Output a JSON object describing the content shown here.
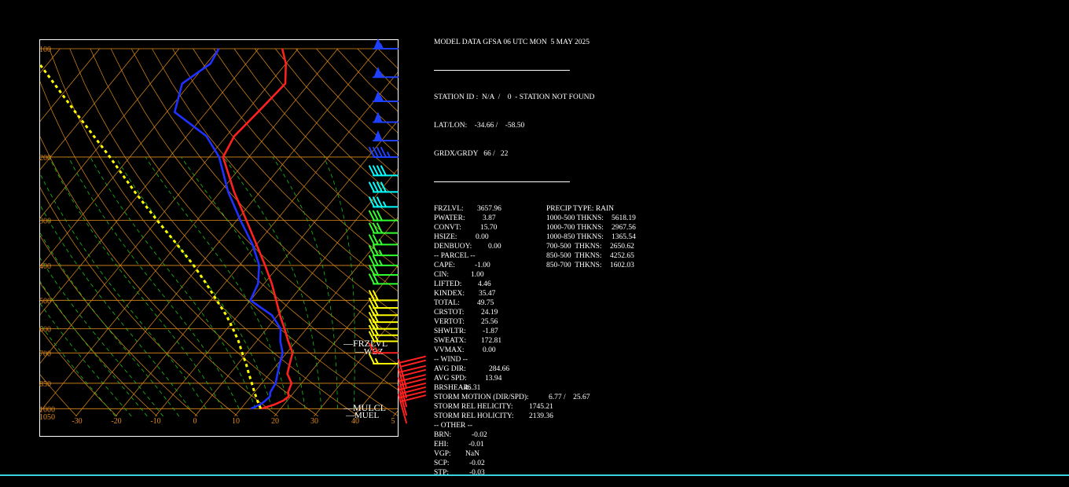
{
  "header": {
    "title": "MODEL DATA GFSA 06 UTC MON  5 MAY 2025",
    "station": "STATION ID :  N/A  /    0  - STATION NOT FOUND",
    "latlon": "LAT/LON:    -34.66 /    -58.50",
    "grid": "GRDX/GRDY   66 /   22"
  },
  "indices_left": [
    {
      "label": "FRZLVL:",
      "value": "3657.96"
    },
    {
      "label": "PWATER:",
      "value": "3.87"
    },
    {
      "label": "CONVT:",
      "value": "15.70"
    },
    {
      "label": "HSIZE:",
      "value": "0.00"
    },
    {
      "label": "DENBUOY:",
      "value": "0.00"
    },
    {
      "label": "-- PARCEL --",
      "value": ""
    },
    {
      "label": "CAPE:",
      "value": "-1.00"
    },
    {
      "label": "CIN:",
      "value": "1.00"
    },
    {
      "label": "LIFTED:",
      "value": "4.46"
    },
    {
      "label": "KINDEX:",
      "value": "35.47"
    },
    {
      "label": "TOTAL:",
      "value": "49.75"
    },
    {
      "label": "CRSTOT:",
      "value": "24.19"
    },
    {
      "label": "VERTOT:",
      "value": "25.56"
    },
    {
      "label": "SHWLTR:",
      "value": "-1.87"
    },
    {
      "label": "SWEATX:",
      "value": "172.81"
    },
    {
      "label": "VVMAX:",
      "value": "0.00"
    },
    {
      "label": "-- WIND --",
      "value": ""
    },
    {
      "label": "AVG DIR:",
      "value": "284.66"
    },
    {
      "label": "AVG SPD:",
      "value": "13.94"
    },
    {
      "label": "BRSHEAR:",
      "value": "46.31"
    },
    {
      "label": "STORM MOTION (DIR/SPD):",
      "value": "6.77 /    25.67"
    },
    {
      "label": "STORM REL HELICITY:",
      "value": "1745.21"
    },
    {
      "label": "STORM REL HOLICITY:",
      "value": "2139.36"
    },
    {
      "label": "-- OTHER --",
      "value": ""
    },
    {
      "label": "BRN:",
      "value": "-0.02"
    },
    {
      "label": "EHI:",
      "value": "-0.01"
    },
    {
      "label": "VGP:",
      "value": "NaN"
    },
    {
      "label": "SCP:",
      "value": "-0.02"
    },
    {
      "label": "STP:",
      "value": "-0.03"
    }
  ],
  "indices_right": [
    {
      "label": "PRECIP TYPE: RAIN",
      "value": ""
    },
    {
      "label": "1000-500 THKNS:",
      "value": "5618.19"
    },
    {
      "label": "1000-700 THKNS:",
      "value": "2967.56"
    },
    {
      "label": "1000-850 THKNS:",
      "value": "1365.54"
    },
    {
      "label": "700-500  THKNS:",
      "value": "2650.62"
    },
    {
      "label": "850-500  THKNS:",
      "value": "4252.65"
    },
    {
      "label": "850-700  THKNS:",
      "value": "1602.03"
    }
  ],
  "chart_data": {
    "type": "line",
    "subtype": "skew-t log-p",
    "pressure_levels": [
      "100",
      "200",
      "300",
      "400",
      "500",
      "600",
      "700",
      "850",
      "1000",
      "1050"
    ],
    "temperature_ticks": [
      "-30",
      "-20",
      "-10",
      "0",
      "10",
      "20",
      "30",
      "40",
      "5"
    ],
    "level_labels": [
      "FRZLVL",
      "WBZ",
      "MULCL",
      "MUEL"
    ],
    "series": [
      {
        "key": "temperature",
        "color": "#ff2020",
        "points": [
          [
            1000,
            15.2
          ],
          [
            975,
            17.5
          ],
          [
            950,
            19.0
          ],
          [
            925,
            19.5
          ],
          [
            900,
            18.5
          ],
          [
            850,
            17.5
          ],
          [
            800,
            14.5
          ],
          [
            750,
            13.0
          ],
          [
            700,
            11.5
          ],
          [
            650,
            8.0
          ],
          [
            600,
            4.5
          ],
          [
            550,
            0.5
          ],
          [
            500,
            -3.5
          ],
          [
            450,
            -8.0
          ],
          [
            400,
            -13.5
          ],
          [
            350,
            -20.0
          ],
          [
            300,
            -27.5
          ],
          [
            250,
            -36.5
          ],
          [
            200,
            -46.5
          ],
          [
            175,
            -48.0
          ],
          [
            150,
            -47.0
          ],
          [
            125,
            -46.0
          ],
          [
            110,
            -50.0
          ],
          [
            100,
            -54.0
          ]
        ]
      },
      {
        "key": "dewpoint",
        "color": "#2030ff",
        "points": [
          [
            1000,
            12.5
          ],
          [
            975,
            14.0
          ],
          [
            950,
            14.5
          ],
          [
            925,
            14.8
          ],
          [
            900,
            14.0
          ],
          [
            850,
            13.5
          ],
          [
            800,
            12.0
          ],
          [
            750,
            10.5
          ],
          [
            700,
            9.0
          ],
          [
            650,
            6.0
          ],
          [
            600,
            3.5
          ],
          [
            550,
            -1.5
          ],
          [
            500,
            -10.0
          ],
          [
            450,
            -11.5
          ],
          [
            400,
            -15.0
          ],
          [
            350,
            -21.0
          ],
          [
            300,
            -29.0
          ],
          [
            250,
            -38.0
          ],
          [
            200,
            -47.5
          ],
          [
            175,
            -55.0
          ],
          [
            150,
            -68.0
          ],
          [
            125,
            -72.0
          ],
          [
            110,
            -69.0
          ],
          [
            100,
            -70.0
          ]
        ]
      },
      {
        "key": "parcel",
        "color": "#ffff00",
        "dashed": true,
        "points": [
          [
            1000,
            15.0
          ],
          [
            950,
            12.5
          ],
          [
            900,
            10.0
          ],
          [
            850,
            7.5
          ],
          [
            800,
            4.8
          ],
          [
            750,
            2.0
          ],
          [
            700,
            -1.2
          ],
          [
            650,
            -4.5
          ],
          [
            600,
            -8.5
          ],
          [
            550,
            -13.0
          ],
          [
            500,
            -18.5
          ],
          [
            450,
            -24.5
          ],
          [
            400,
            -31.5
          ],
          [
            350,
            -40.0
          ],
          [
            300,
            -50.0
          ],
          [
            250,
            -61.5
          ],
          [
            200,
            -75.0
          ],
          [
            150,
            -93.0
          ],
          [
            100,
            -118.0
          ]
        ]
      }
    ],
    "wind_barbs": [
      {
        "p": 100,
        "speed": 55,
        "color": "#2040ff"
      },
      {
        "p": 120,
        "speed": 55,
        "color": "#2040ff"
      },
      {
        "p": 140,
        "speed": 55,
        "color": "#2040ff"
      },
      {
        "p": 160,
        "speed": 50,
        "color": "#2040ff"
      },
      {
        "p": 180,
        "speed": 50,
        "color": "#2040ff"
      },
      {
        "p": 200,
        "speed": 45,
        "color": "#2040ff"
      },
      {
        "p": 225,
        "speed": 40,
        "color": "#00ffff"
      },
      {
        "p": 250,
        "speed": 40,
        "color": "#00ffff"
      },
      {
        "p": 275,
        "speed": 35,
        "color": "#00ffff"
      },
      {
        "p": 300,
        "speed": 30,
        "color": "#30ff30"
      },
      {
        "p": 325,
        "speed": 30,
        "color": "#30ff30"
      },
      {
        "p": 350,
        "speed": 25,
        "color": "#30ff30"
      },
      {
        "p": 375,
        "speed": 25,
        "color": "#30ff30"
      },
      {
        "p": 400,
        "speed": 25,
        "color": "#30ff30"
      },
      {
        "p": 425,
        "speed": 20,
        "color": "#30ff30"
      },
      {
        "p": 450,
        "speed": 20,
        "color": "#30ff30"
      },
      {
        "p": 500,
        "speed": 20,
        "color": "#ffff00"
      },
      {
        "p": 525,
        "speed": 20,
        "color": "#ffff00"
      },
      {
        "p": 550,
        "speed": 20,
        "color": "#ffff00"
      },
      {
        "p": 575,
        "speed": 20,
        "color": "#ffff00"
      },
      {
        "p": 600,
        "speed": 20,
        "color": "#ffff00"
      },
      {
        "p": 625,
        "speed": 20,
        "color": "#ffff00"
      },
      {
        "p": 650,
        "speed": 15,
        "color": "#ffff00"
      },
      {
        "p": 700,
        "speed": 15,
        "color": "#ff2020"
      },
      {
        "p": 750,
        "speed": 15,
        "color": "#ffff00"
      },
      {
        "p": 800,
        "speed": 15,
        "color": "#ff2020"
      },
      {
        "p": 850,
        "speed": 15,
        "color": "#ff2020"
      },
      {
        "p": 900,
        "speed": 15,
        "color": "#ff2020"
      },
      {
        "p": 950,
        "speed": 15,
        "color": "#ff2020"
      },
      {
        "p": 1000,
        "speed": 15,
        "color": "#ff2020"
      }
    ]
  }
}
